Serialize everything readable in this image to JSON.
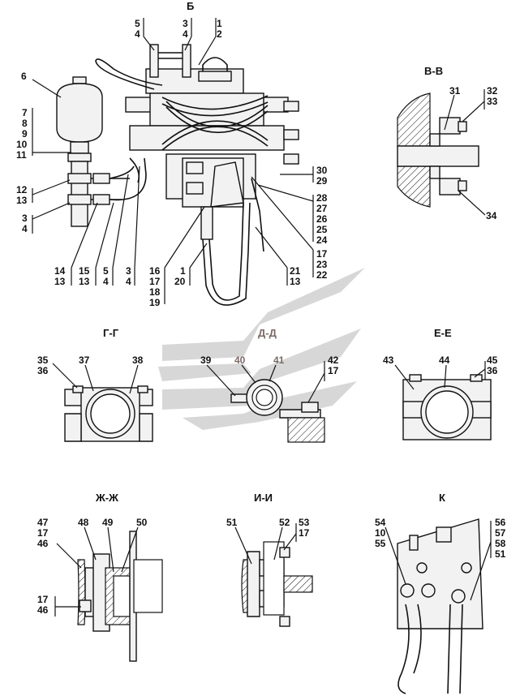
{
  "colors": {
    "ink": "#111111",
    "watermark": "#cfcfcf",
    "watermark_label": "#7a6a66",
    "paper": "#ffffff"
  },
  "views": {
    "main": {
      "title": "Б"
    },
    "v": {
      "title": "В-В"
    },
    "g": {
      "title": "Г-Г"
    },
    "d": {
      "title": "Д-Д"
    },
    "e": {
      "title": "Е-Е"
    },
    "zh": {
      "title": "Ж-Ж"
    },
    "i": {
      "title": "И-И"
    },
    "k": {
      "title": "К"
    }
  },
  "callouts": {
    "main": [
      "5",
      "4",
      "3",
      "4",
      "1",
      "2",
      "6",
      "7",
      "8",
      "9",
      "10",
      "11",
      "12",
      "13",
      "3",
      "4",
      "14",
      "13",
      "15",
      "13",
      "5",
      "4",
      "3",
      "4",
      "16",
      "17",
      "18",
      "19",
      "1",
      "20",
      "21",
      "13",
      "17",
      "23",
      "22",
      "30",
      "29",
      "28",
      "27",
      "26",
      "25",
      "24"
    ],
    "v": [
      "31",
      "32",
      "33",
      "34"
    ],
    "g": [
      "35",
      "36",
      "37",
      "38"
    ],
    "d": [
      "39",
      "40",
      "41",
      "42",
      "17"
    ],
    "e": [
      "43",
      "44",
      "45",
      "36"
    ],
    "zh": [
      "47",
      "17",
      "46",
      "48",
      "49",
      "50",
      "17",
      "46"
    ],
    "i": [
      "51",
      "52",
      "53",
      "17"
    ],
    "k": [
      "54",
      "10",
      "55",
      "56",
      "57",
      "58",
      "51"
    ]
  }
}
